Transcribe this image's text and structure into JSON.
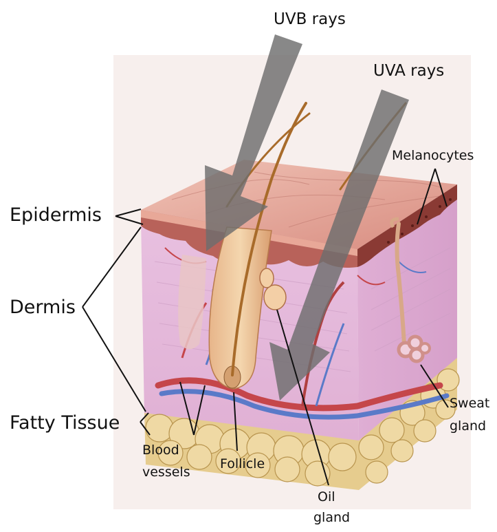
{
  "rays": {
    "uvb": "UVB rays",
    "uva": "UVA rays"
  },
  "labels": {
    "epidermis": "Epidermis",
    "dermis": "Dermis",
    "fatty_tissue": "Fatty Tissue",
    "melanocytes": "Melanocytes",
    "sweat_gland_line1": "Sweat",
    "sweat_gland_line2": "gland",
    "blood_vessels_line1": "Blood",
    "blood_vessels_line2": "vessels",
    "follicle": "Follicle",
    "oil_gland_line1": "Oil",
    "oil_gland_line2": "gland"
  },
  "colors": {
    "ray_arrow": "#6e6e6e",
    "epidermis_surface": "#d99a8c",
    "dermis_fill": "#e7b7d8",
    "fat_fill": "#e9d49a",
    "blood_vessel_red": "#c5464a",
    "blood_vessel_blue": "#5a7ac8",
    "hair": "#a86b2a"
  }
}
